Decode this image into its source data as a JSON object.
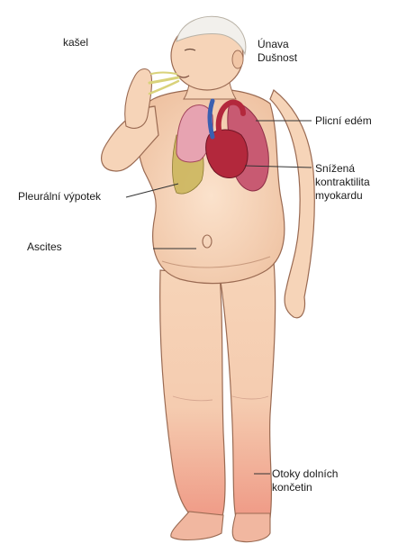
{
  "labels": {
    "cough": "kašel",
    "fatigue": [
      "Únava",
      "Dušnost"
    ],
    "pulmonary_edema": "Plicní edém",
    "contractility": [
      "Snížená",
      "kontraktilita",
      "myokardu"
    ],
    "pleural_effusion": "Pleurální výpotek",
    "ascites": "Ascites",
    "leg_edema": [
      "Otoky dolních",
      "končetin"
    ]
  },
  "colors": {
    "skin": "#f6d4b8",
    "skin_shadow": "#e8b594",
    "outline": "#9a6a52",
    "lung": "#c85a72",
    "lung_light": "#e7a3b1",
    "heart": "#b3283c",
    "vessel_blue": "#3b5fb0",
    "effusion": "#c9b457",
    "edema_red": "#ef9a86",
    "hair": "#f2f0ec",
    "breath": "#d9d27a",
    "leader": "#333333"
  }
}
